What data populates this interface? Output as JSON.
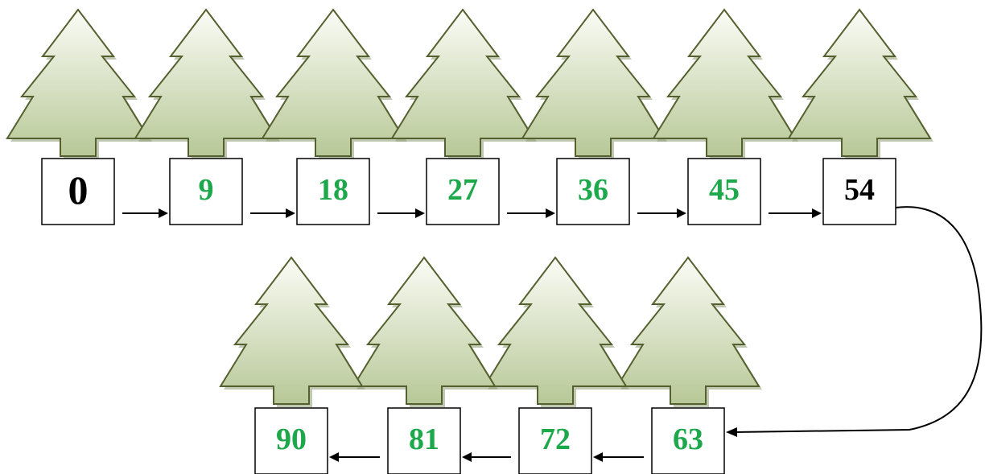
{
  "colors": {
    "tree_fill_top": "#fbfcf6",
    "tree_fill_bottom": "#b7c897",
    "tree_stroke": "#55602f",
    "tree_shadow": "#8e9a73",
    "number_green": "#1da84b",
    "number_black": "#000000",
    "box_stroke": "#000000",
    "arrow": "#000000"
  },
  "icons": {
    "tree": "fir-tree-icon",
    "arrow": "arrow-icon"
  },
  "sequence": [
    {
      "label": "0",
      "color": "black"
    },
    {
      "label": "9",
      "color": "green"
    },
    {
      "label": "18",
      "color": "green"
    },
    {
      "label": "27",
      "color": "green"
    },
    {
      "label": "36",
      "color": "green"
    },
    {
      "label": "45",
      "color": "green"
    },
    {
      "label": "54",
      "color": "black"
    },
    {
      "label": "63",
      "color": "green"
    },
    {
      "label": "72",
      "color": "green"
    },
    {
      "label": "81",
      "color": "green"
    },
    {
      "label": "90",
      "color": "green"
    }
  ]
}
